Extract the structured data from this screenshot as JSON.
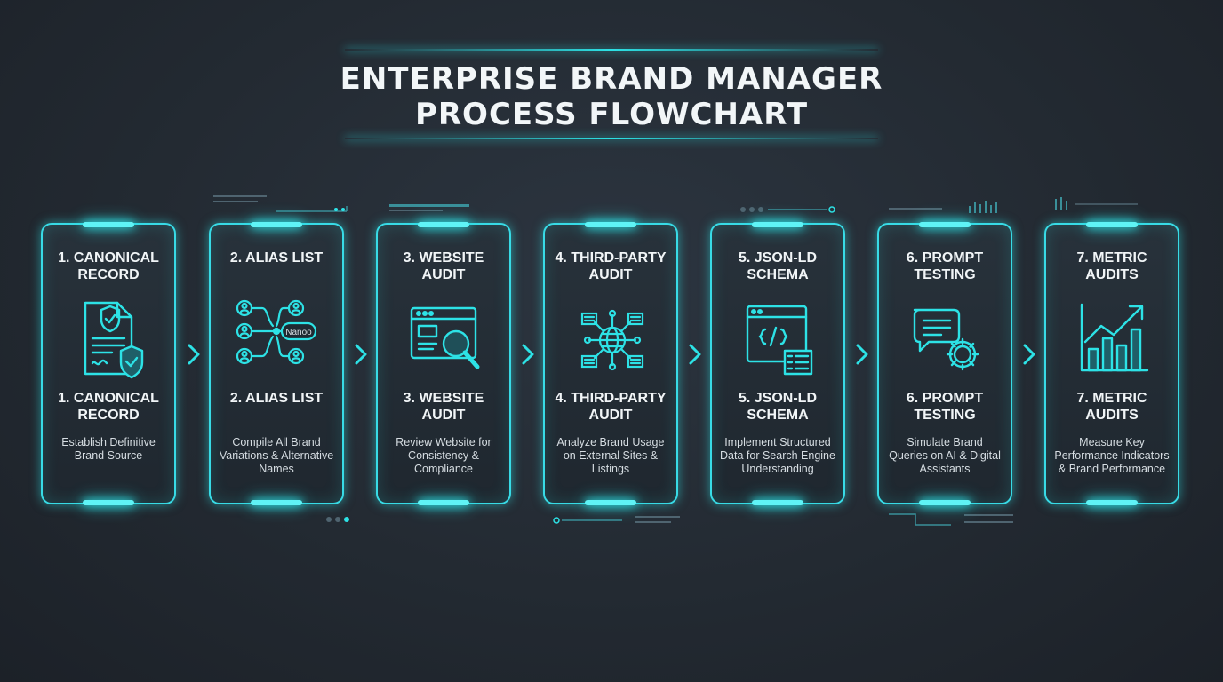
{
  "title": {
    "line1": "ENTERPRISE BRAND MANAGER",
    "line2": "PROCESS FLOWCHART"
  },
  "colors": {
    "accent": "#2de2e6",
    "card_border": "#38dbe6",
    "background": "#232a32",
    "text": "#f1f5f7"
  },
  "steps": [
    {
      "head": "1. CANONICAL RECORD",
      "label": "1. CANONICAL RECORD",
      "desc": "Establish Definitive Brand Source",
      "icon": "document-shield-icon"
    },
    {
      "head": "2. ALIAS LIST",
      "label": "2. ALIAS LIST",
      "desc": "Compile All Brand Variations & Alternative Names",
      "icon": "network-nodes-icon",
      "icon_text": "Nanoo"
    },
    {
      "head": "3. WEBSITE AUDIT",
      "label": "3. WEBSITE AUDIT",
      "desc": "Review Website for Consistency & Compliance",
      "icon": "browser-magnifier-icon"
    },
    {
      "head": "4. THIRD-PARTY AUDIT",
      "label": "4. THIRD-PARTY AUDIT",
      "desc": "Analyze Brand Usage on External Sites & Listings",
      "icon": "globe-network-icon"
    },
    {
      "head": "5. JSON-LD SCHEMA",
      "label": "5. JSON-LD SCHEMA",
      "desc": "Implement Structured Data for Search Engine Understanding",
      "icon": "code-window-icon"
    },
    {
      "head": "6. PROMPT TESTING",
      "label": "6. PROMPT TESTING",
      "desc": "Simulate Brand Queries on AI & Digital Assistants",
      "icon": "chat-gear-icon"
    },
    {
      "head": "7. METRIC AUDITS",
      "label": "7. METRIC AUDITS",
      "desc": "Measure Key Performance Indicators & Brand Performance",
      "icon": "bar-chart-growth-icon"
    }
  ]
}
